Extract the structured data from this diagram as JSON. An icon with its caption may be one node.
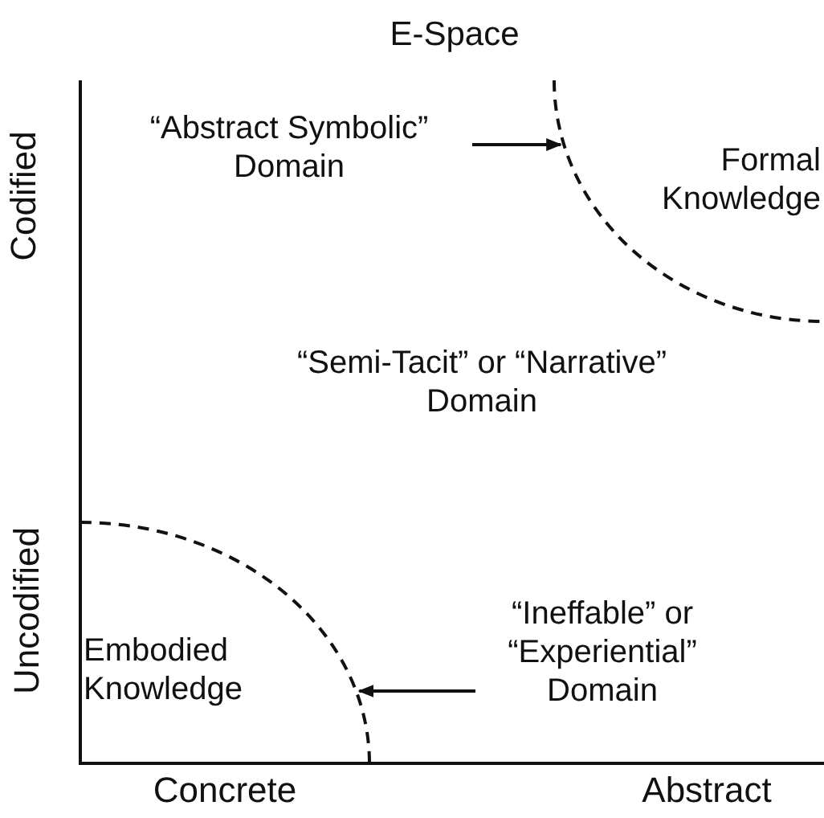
{
  "diagram": {
    "title": "E-Space",
    "nodes": [
      {
        "text": [
          "“Abstract Symbolic” Domain"
        ]
      },
      {
        "text": [
          "Formal Knowledge"
        ]
      },
      {
        "text": [
          "Embodied Knowledge"
        ]
      },
      {
        "text": [
          "“Ineffable” or “Experiential” Domain"
        ]
      }
    ],
    "edges": [
      {
        "from": 0,
        "to": 1,
        "arrow": "to"
      },
      {
        "from": 3,
        "to": 2,
        "arrow": "to"
      }
    ],
    "labels": [
      "Codified",
      "“Semi-Tacit” or “Narrative” Domain",
      "Uncodified",
      "Concrete",
      "Abstract"
    ]
  }
}
